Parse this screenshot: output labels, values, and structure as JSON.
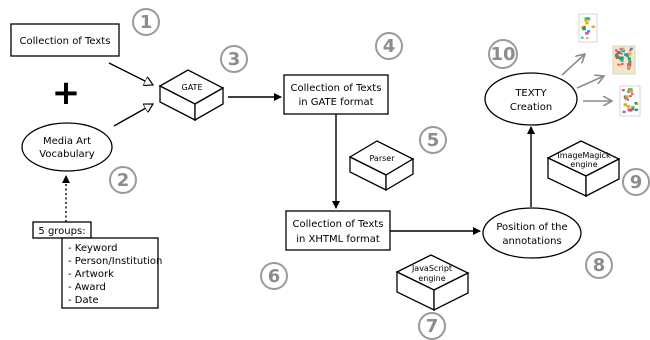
{
  "nodes": {
    "collection_texts": "Collection of Texts",
    "plus": "+",
    "media_art_line1": "Media Art",
    "media_art_line2": "Vocabulary",
    "gate": "GATE",
    "gate_format_line1": "Collection of Texts",
    "gate_format_line2": "in GATE format",
    "parser": "Parser",
    "xhtml_line1": "Collection of Texts",
    "xhtml_line2": "in XHTML format",
    "javascript_line1": "JavaScript",
    "javascript_line2": "engine",
    "position_line1": "Position of the",
    "position_line2": "annotations",
    "imagemagick_line1": "ImageMagick",
    "imagemagick_line2": "engine",
    "texty_line1": "TEXTY",
    "texty_line2": "Creation",
    "groups_label": "5 groups:",
    "groups": [
      "- Keyword",
      "- Person/Institution",
      "- Artwork",
      "- Award",
      "- Date"
    ]
  },
  "step_numbers": [
    "1",
    "2",
    "3",
    "4",
    "5",
    "6",
    "7",
    "8",
    "9",
    "10"
  ],
  "thumbnail_colors": [
    "#e5484d",
    "#f0a020",
    "#3b82f6",
    "#22a06b",
    "#a855f7",
    "#ec4899",
    "#eab308",
    "#14b8a6"
  ]
}
